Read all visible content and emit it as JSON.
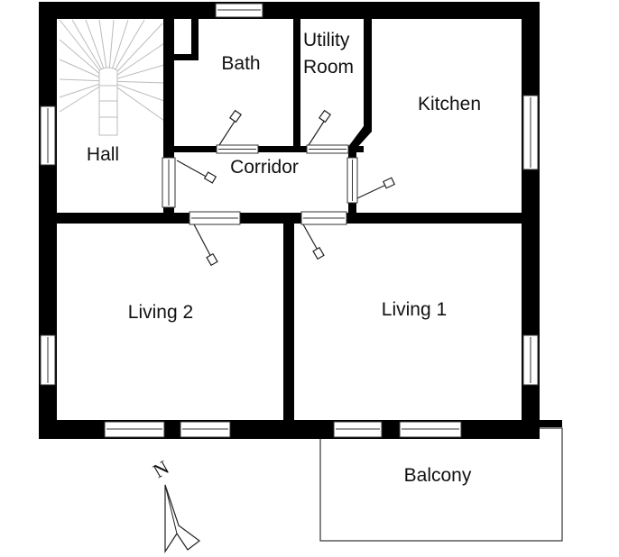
{
  "rooms": {
    "bath": "Bath",
    "utility_line1": "Utility",
    "utility_line2": "Room",
    "kitchen": "Kitchen",
    "hall": "Hall",
    "corridor": "Corridor",
    "living2": "Living 2",
    "living1": "Living 1",
    "balcony": "Balcony"
  },
  "compass": {
    "label": "N",
    "icon": "north-arrow-icon"
  },
  "colors": {
    "wall": "#000000",
    "line": "#333333",
    "background": "#ffffff"
  }
}
